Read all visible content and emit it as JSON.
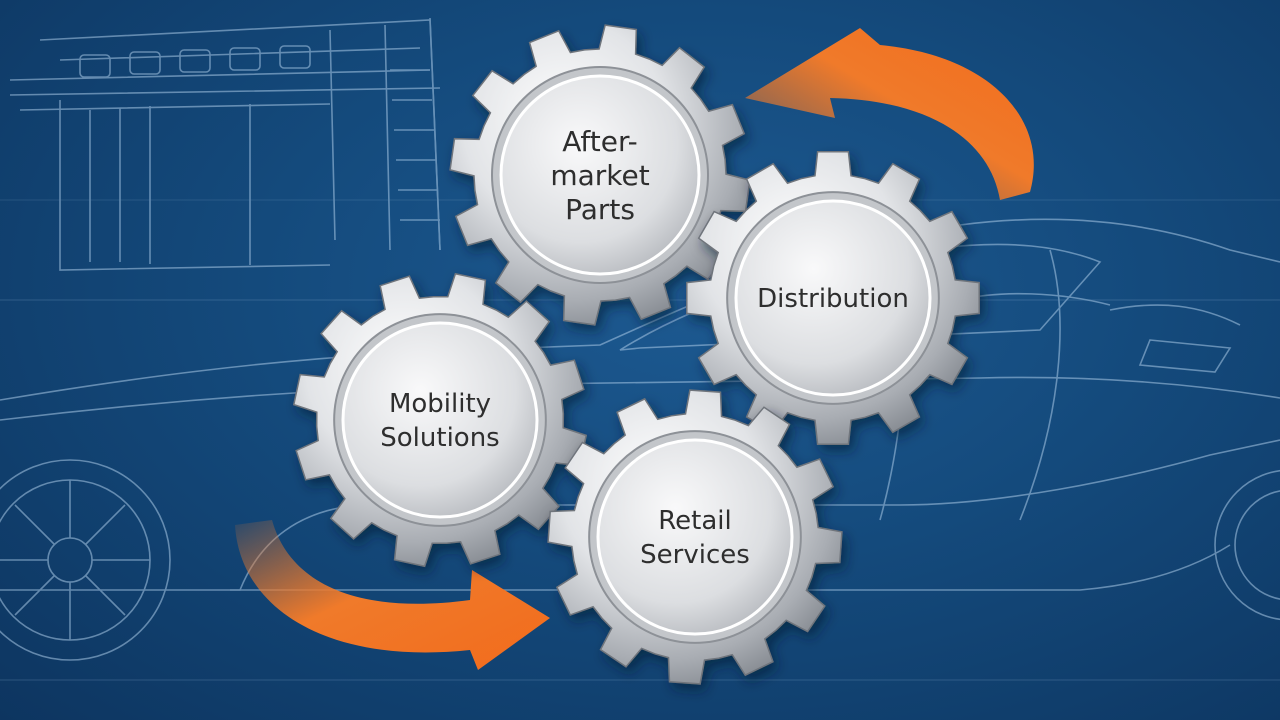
{
  "colors": {
    "background": "#144a7c",
    "blueprint_line": "#a9c9e6",
    "arrow": "#f07a2a",
    "gear_text": "#2e2e2e"
  },
  "gears": [
    {
      "id": "aftermarket",
      "lines": [
        "After-",
        "market",
        "Parts"
      ]
    },
    {
      "id": "distribution",
      "lines": [
        "Distribution"
      ]
    },
    {
      "id": "mobility",
      "lines": [
        "Mobility",
        "Solutions"
      ]
    },
    {
      "id": "retail",
      "lines": [
        "Retail",
        "Services"
      ]
    }
  ],
  "arrows": [
    {
      "id": "top-right",
      "direction": "counter-clockwise"
    },
    {
      "id": "bottom-left",
      "direction": "clockwise"
    }
  ]
}
